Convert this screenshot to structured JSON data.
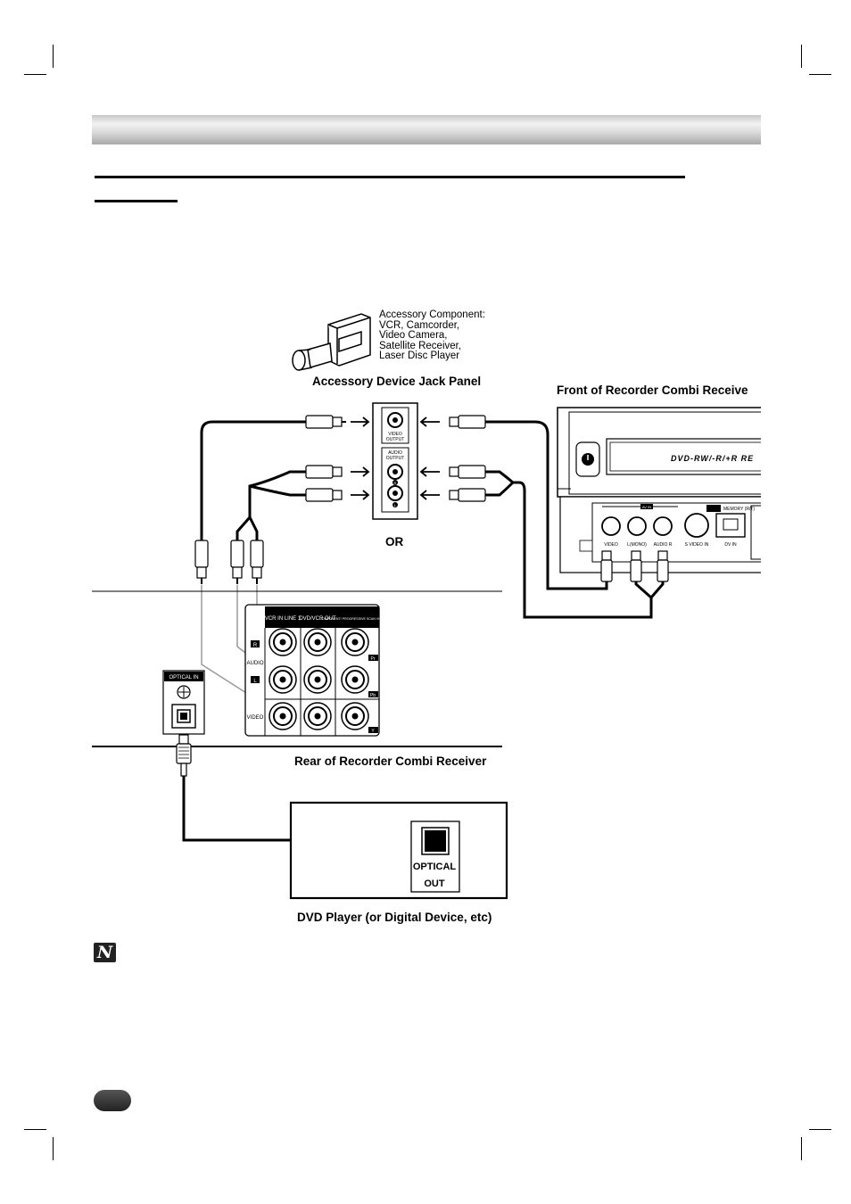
{
  "accessory": {
    "component_lines": [
      "Accessory Component:",
      "VCR, Camcorder,",
      "Video Camera,",
      "Satellite Receiver,",
      "Laser Disc Player"
    ],
    "panel_title": "Accessory Device Jack Panel",
    "video_output": [
      "VIDEO",
      "OUTPUT"
    ],
    "audio_output": [
      "AUDIO",
      "OUTPUT"
    ],
    "r_mark": "R",
    "l_mark": "L"
  },
  "or_label": "OR",
  "front": {
    "title": "Front of Recorder Combi Receive",
    "display_text": "DVD-RW/-R/+R RE",
    "av_in": "AV IN",
    "memory_label": "MEMORY (R/T)",
    "jack_labels": [
      "VIDEO",
      "L(MONO)",
      "AUDIO R",
      "S VIDEO IN",
      "DV IN"
    ]
  },
  "rear": {
    "title": "Rear of Recorder Combi Receiver",
    "col_headers": [
      "VCR IN LINE 1",
      "DVD/VCR OUT",
      "COMPONENT/ PROGRESSIVE SCAN VIDEO OUT"
    ],
    "row_labels": [
      "AUDIO",
      "VIDEO"
    ],
    "r_mark": "R",
    "l_mark": "L",
    "comp_marks": [
      "Pr",
      "Pb",
      "Y"
    ],
    "optical_in": "OPTICAL IN"
  },
  "dvd": {
    "optical_out": [
      "OPTICAL",
      "OUT"
    ],
    "title": "DVD Player (or Digital Device, etc)"
  },
  "note_icon": "N",
  "colors": {
    "header_bar": "#c8c8c8",
    "line": "#000000",
    "gray_wire": "#9a9a9a"
  }
}
